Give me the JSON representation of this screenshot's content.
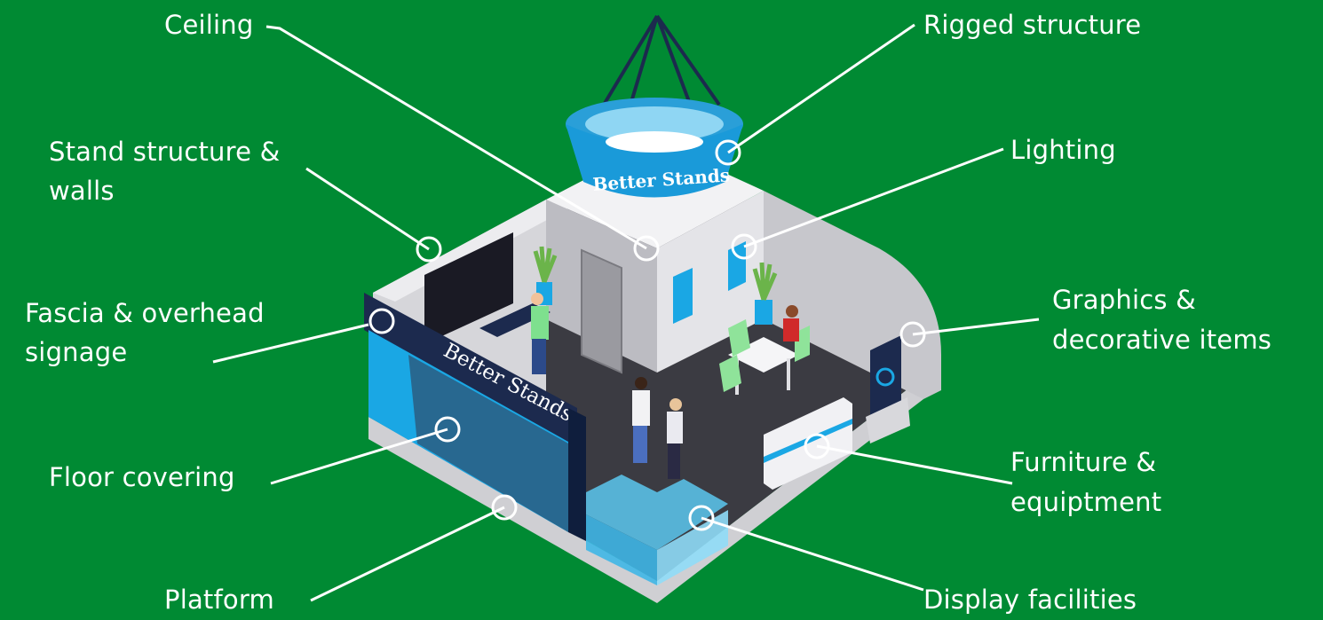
{
  "brand": {
    "name": "Better Stands",
    "colors": {
      "background": "#008a33",
      "accent_blue": "#1aa7e4",
      "navy": "#1c2a4e",
      "floor": "#3a3a40",
      "wall": "#d9d9dc"
    }
  },
  "labels": {
    "ceiling": "Ceiling",
    "rigged_structure": "Rigged structure",
    "stand_structure_1": "Stand structure &",
    "stand_structure_2": "walls",
    "lighting": "Lighting",
    "fascia_1": "Fascia & overhead",
    "fascia_2": "signage",
    "graphics_1": "Graphics &",
    "graphics_2": "decorative items",
    "floor_covering": "Floor covering",
    "furniture_1": "Furniture &",
    "furniture_2": "equiptment",
    "platform": "Platform",
    "display_facilities": "Display facilities"
  },
  "icons": [
    "marker-circle-icon",
    "plant-icon",
    "person-icon",
    "chair-icon",
    "logo-icon"
  ]
}
